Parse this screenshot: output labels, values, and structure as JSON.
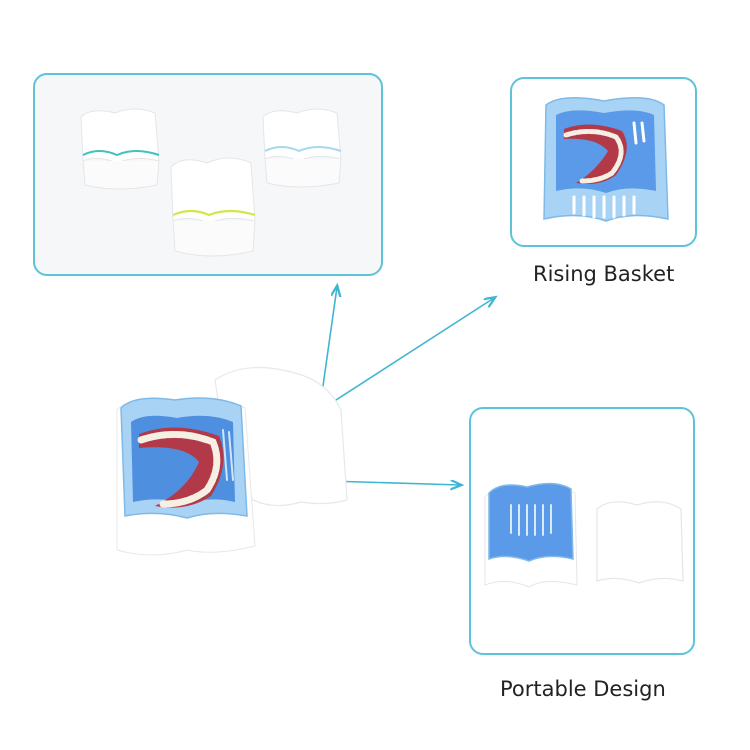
{
  "captions": {
    "rising_basket": "Rising Basket",
    "portable_design": "Portable Design"
  },
  "colors": {
    "panel_border": "#5ec3d8",
    "arrow": "#3fb6d1",
    "basket_blue": "#5a9ae8",
    "case_white": "#ffffff",
    "accent_teal": "#3fc3c0",
    "accent_lime": "#d4e64a",
    "accent_sky": "#a7d8ef",
    "gum_red": "#b23a48"
  },
  "panels": {
    "colors": {
      "icon": "three-color-case-lids"
    },
    "basket": {
      "icon": "rising-basket-with-dentures"
    },
    "portable": {
      "icon": "case-and-lid-portable"
    }
  },
  "hero": {
    "icon": "denture-case-open-with-dentures"
  }
}
